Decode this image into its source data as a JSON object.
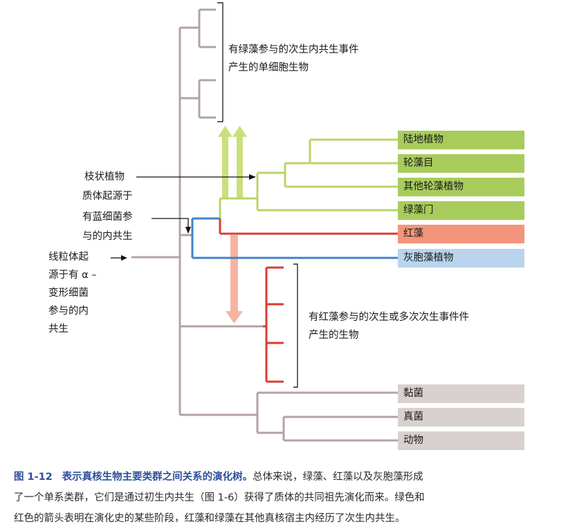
{
  "taxa": [
    "陆地植物",
    "轮藻目",
    "其他轮藻植物",
    "绿藻门",
    "红藻",
    "灰胞藻植物",
    "黏菌",
    "真菌",
    "动物"
  ],
  "annotations": {
    "green_secondary": [
      "有绿藻参与的次生内共生事件",
      "产生的单细胞生物"
    ],
    "red_secondary": [
      "有红藻参与的次生或多次次生事件件",
      "产生的生物"
    ],
    "dendrophyta": "枝状植物",
    "plastid": [
      "质体起源于",
      "有蓝细菌参",
      "与的内共生"
    ],
    "mito": [
      "线粒体起",
      "源于有 α –",
      "变形细菌",
      "参与的内",
      "共生"
    ]
  },
  "caption": {
    "fig_no": "图 1-12",
    "title": "表示真核生物主要类群之间关系的演化树。",
    "line1_rest": "总体来说，绿藻、红藻以及灰胞藻形成",
    "line2": "了一个单系类群，它们是通过初生内共生（图 1-6）获得了质体的共同祖先演化而来。绿色和",
    "line3": "红色的箭头表明在演化史的某些阶段，红藻和绿藻在其他真核宿主内经历了次生内共生。"
  },
  "colors": {
    "gray": "#b3a3a3",
    "green": "#b9d56a",
    "red": "#dc3a32",
    "blue": "#3f82c9",
    "green_box": "#a8cc5c",
    "red_box": "#f2957c",
    "blue_box": "#b9d4ec",
    "gray_box": "#d9d0d0"
  }
}
